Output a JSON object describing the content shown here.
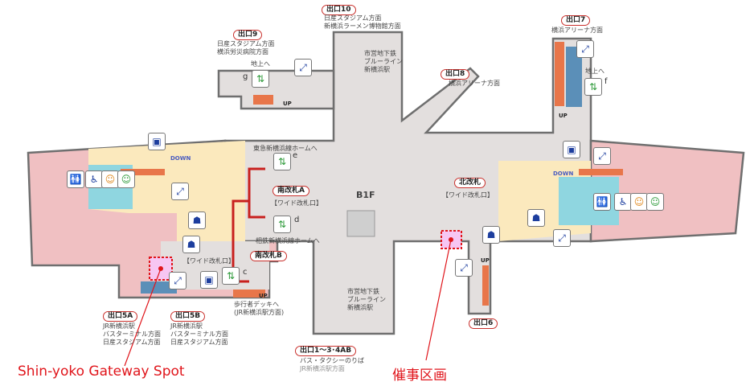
{
  "floor": "B1F",
  "exits": {
    "exit10": {
      "label": "出口10",
      "dest": [
        "日産スタジアム方面",
        "新横浜ラーメン博物館方面"
      ]
    },
    "exit9": {
      "label": "出口9",
      "dest": [
        "日産スタジアム方面",
        "横浜労災病院方面"
      ]
    },
    "exit8": {
      "label": "出口8",
      "dest": [
        "横浜アリーナ方面"
      ]
    },
    "exit7": {
      "label": "出口7",
      "dest": [
        "横浜アリーナ方面"
      ]
    },
    "exit6": {
      "label": "出口6"
    },
    "exit5a": {
      "label": "出口5A",
      "dest": [
        "JR新横浜駅",
        "バスターミナル方面",
        "日産スタジアム方面"
      ]
    },
    "exit5b": {
      "label": "出口5B",
      "dest": [
        "JR新横浜駅",
        "バスターミナル方面",
        "日産スタジアム方面"
      ]
    },
    "exit1": {
      "label": "出口1～3･4AB",
      "dest": [
        "バス・タクシーのりば",
        "JR新横浜駅方面"
      ]
    }
  },
  "gates": {
    "south_a": "南改札A",
    "south_b": "南改札B",
    "north": "北改札",
    "wide": "【ワイド改札口】"
  },
  "texts": {
    "subway_top": [
      "市営地下鉄",
      "ブルーライン",
      "新横浜駅"
    ],
    "subway_bottom": [
      "市営地下鉄",
      "ブルーライン",
      "新横浜駅"
    ],
    "to_ground": "地上へ",
    "tokyu": "東急新横浜線ホームへ",
    "sotetsu": "相鉄新横浜線ホームへ",
    "deck": [
      "歩行者デッキへ",
      "(JR新横浜駅方面)"
    ],
    "up": "UP",
    "down": "DOWN",
    "elev_letters": {
      "g": "g",
      "f": "f",
      "e": "e",
      "d": "d",
      "c": "c"
    }
  },
  "annotations": {
    "gateway": "Shin-yoko Gateway Spot",
    "event": "催事区画"
  },
  "colors": {
    "accent": "#e0151b",
    "floor": "#e3dfde",
    "pink": "#f0c0c2",
    "yellow": "#fbe9bd",
    "cyan": "#8fd6e0"
  }
}
